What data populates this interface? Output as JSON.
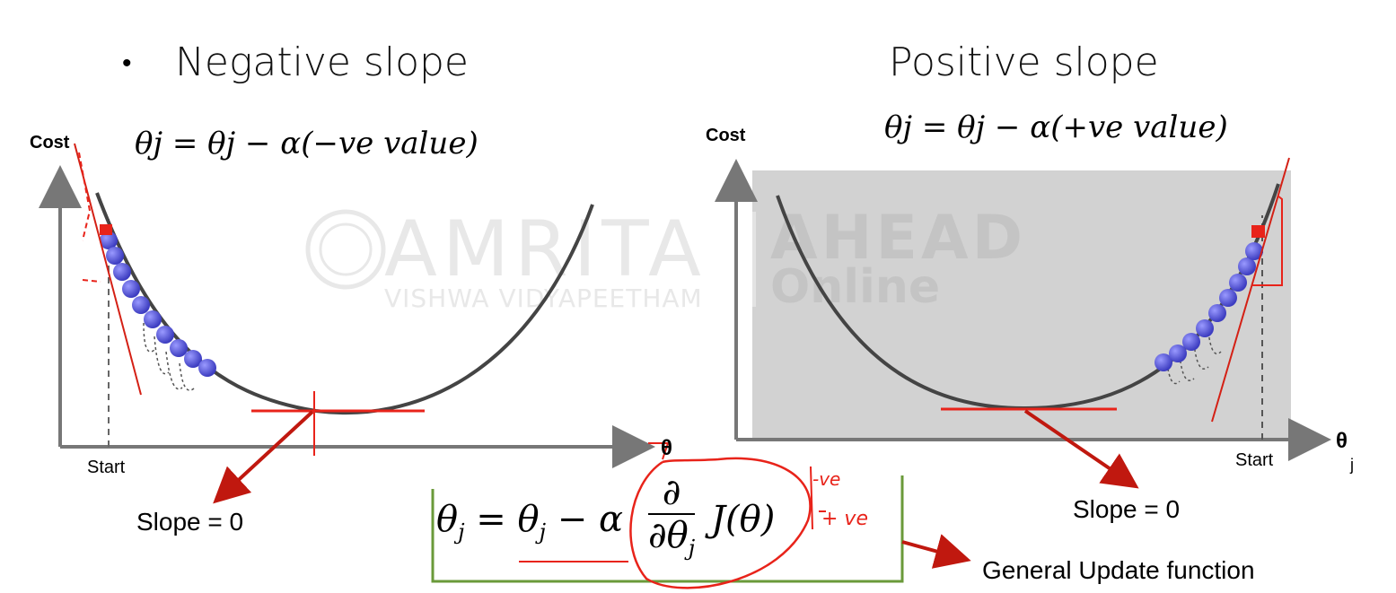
{
  "left": {
    "heading": "Negative slope",
    "update_rule": "θj = θj − α(−ve value)",
    "ylabel": "Cost",
    "xlabel": "θ",
    "start_label": "Start",
    "slope_label": "Slope = 0"
  },
  "right": {
    "heading": "Positive slope",
    "update_rule": "θj = θj − α(+ve value)",
    "ylabel": "Cost",
    "xlabel": "θ",
    "xlabel_sub": "j",
    "start_label": "Start",
    "slope_label": "Slope = 0"
  },
  "formula": {
    "text": "θj = θj − α ∂/∂θj J(θ)",
    "caption": "General Update function",
    "note_neg": "-ve",
    "note_pos": "+ ve"
  },
  "watermark": {
    "brand": "AMRITA",
    "subtitle": "VISHWA VIDYAPEETHAM",
    "product": "AHEAD",
    "product_sub": "Online"
  },
  "colors": {
    "annotation": "#e8231a",
    "arrow": "#c0180f",
    "ball": "#5b5bd6",
    "curve": "#444444",
    "panel": "#d2d2d2",
    "box": "#6a9a3a"
  }
}
